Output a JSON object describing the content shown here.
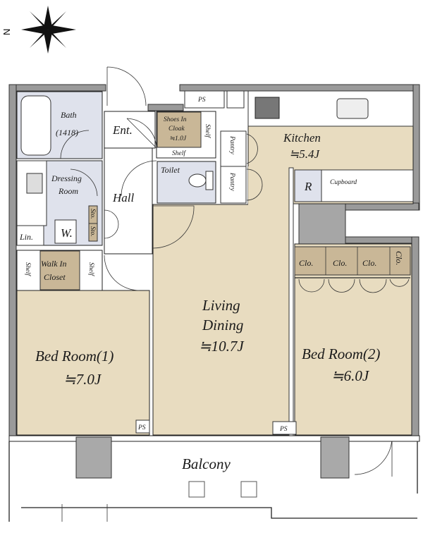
{
  "colors": {
    "room": "#e8dcc0",
    "wet": "#dfe2ec",
    "closet": "#c9b797",
    "wall": "#9a9a9a",
    "pillar": "#a9a9a9"
  },
  "compass": {
    "north_label": "N"
  },
  "rooms": {
    "bath": {
      "name": "Bath",
      "size": "(1418)"
    },
    "entrance": {
      "name": "Ent."
    },
    "shoes_cloak": {
      "line1": "Shoes In",
      "line2": "Cloak",
      "size": "≒1.0J"
    },
    "shelf_shoes_below": "Shelf",
    "shelf_shoes_side": "Shelf",
    "ps_top": "PS",
    "pantry_1": "Pantry",
    "pantry_2": "Pantry",
    "kitchen": {
      "name": "Kitchen",
      "size": "≒5.4J"
    },
    "fridge": "R",
    "cupboard": "Cupboard",
    "dressing": {
      "line1": "Dressing",
      "line2": "Room"
    },
    "toilet": "Toilet",
    "hall": "Hall",
    "storage_1": "Sto.",
    "storage_2": "Sto.",
    "washer": "W.",
    "linen": "Lin.",
    "walk_in": {
      "line1": "Walk In",
      "line2": "Closet"
    },
    "wic_shelf_left": "Shelf",
    "wic_shelf_right": "Shelf",
    "living": {
      "line1": "Living",
      "line2": "Dining",
      "size": "≒10.7J"
    },
    "bedroom1": {
      "name": "Bed Room(1)",
      "size": "≒7.0J"
    },
    "bedroom2": {
      "name": "Bed Room(2)",
      "size": "≒6.0J"
    },
    "closets": [
      "Clo.",
      "Clo.",
      "Clo.",
      "Clo."
    ],
    "ps_bed1": "PS",
    "ps_living": "PS",
    "balcony": "Balcony"
  }
}
